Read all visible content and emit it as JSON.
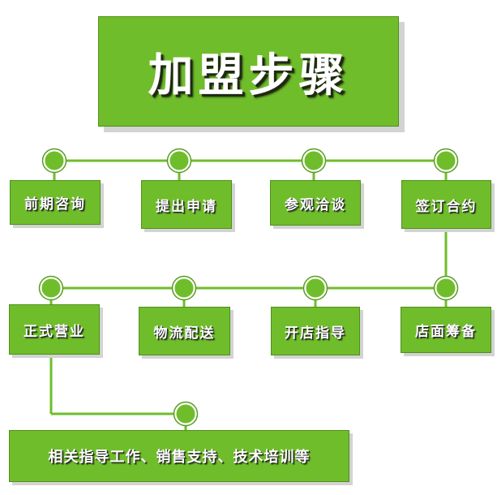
{
  "title": "加盟步骤",
  "colors": {
    "box_fill": "#6fbd2b",
    "box_border": "#4e8f1a",
    "connector": "#6fbd2b",
    "text": "#ffffff"
  },
  "row1": [
    {
      "label": "前期咨询"
    },
    {
      "label": "提出申请"
    },
    {
      "label": "参观洽谈"
    },
    {
      "label": "签订合约"
    }
  ],
  "row2": [
    {
      "label": "正式营业"
    },
    {
      "label": "物流配送"
    },
    {
      "label": "开店指导"
    },
    {
      "label": "店面筹备"
    }
  ],
  "support": {
    "label": "相关指导工作、销售支持、技术培训等"
  }
}
